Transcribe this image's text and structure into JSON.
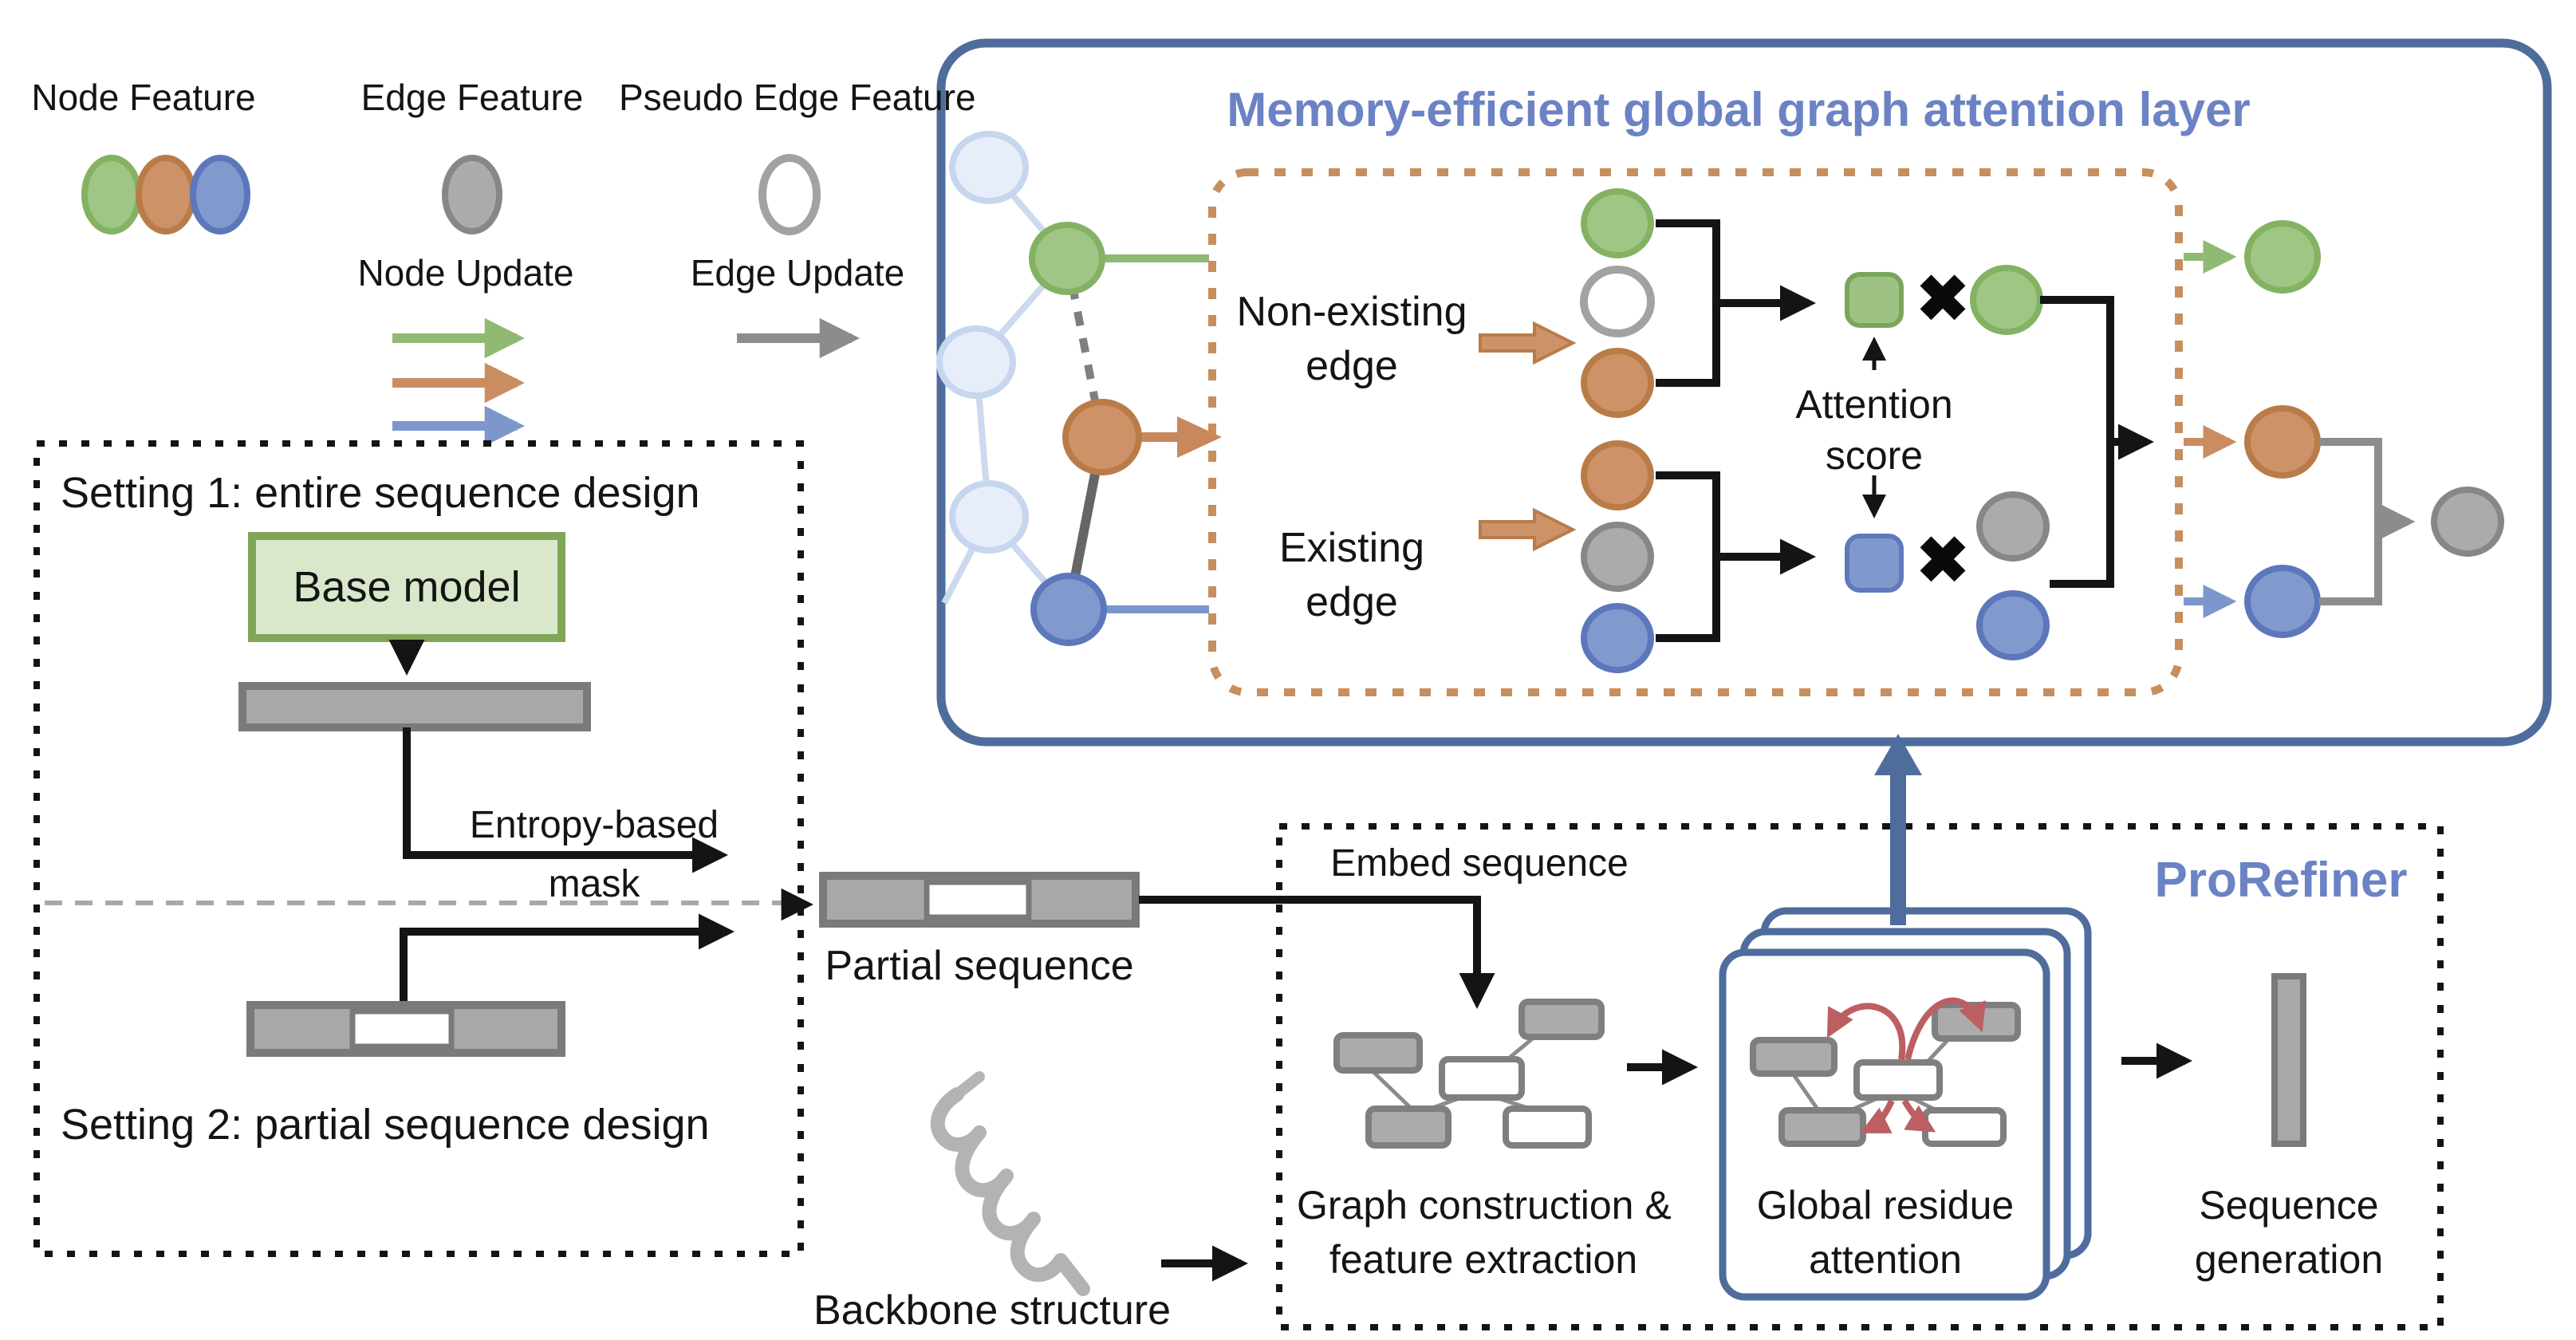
{
  "colors": {
    "green_fill": "#a0c685",
    "green_stroke": "#84b263",
    "orange_fill": "#cd9268",
    "orange_stroke": "#b97c49",
    "blue_fill": "#8199cc",
    "blue_stroke": "#5c77bb",
    "gray_fill": "#a8a8a8",
    "gray_stroke": "#7a7a7a",
    "box_blue": "#4e6d9d",
    "title_blue": "#6b83c4",
    "dash_orange": "#c78e5e",
    "red_arrow": "#bb5f63",
    "base_model_fill": "#d9e7ca",
    "base_model_stroke": "#7fa657"
  },
  "legend": {
    "node_feature_label": "Node Feature",
    "edge_feature_label": "Edge Feature",
    "pseudo_edge_feature_label": "Pseudo Edge Feature",
    "node_update_label": "Node Update",
    "edge_update_label": "Edge Update"
  },
  "setting_box": {
    "setting1_title": "Setting 1: entire sequence design",
    "base_model_label": "Base model",
    "entropy_mask_line1": "Entropy-based",
    "entropy_mask_line2": "mask",
    "setting2_title": "Setting 2: partial sequence design"
  },
  "middle": {
    "partial_sequence_label": "Partial sequence",
    "backbone_structure_label": "Backbone structure"
  },
  "attention_layer": {
    "title": "Memory-efficient global graph attention layer",
    "non_existing_line1": "Non-existing",
    "non_existing_line2": "edge",
    "existing_line1": "Existing",
    "existing_line2": "edge",
    "attention_score_line1": "Attention",
    "attention_score_line2": "score",
    "multiply_symbol": "✖"
  },
  "prorefiner": {
    "title": "ProRefiner",
    "embed_sequence_label": "Embed sequence",
    "graph_construction_line1": "Graph construction &",
    "graph_construction_line2": "feature extraction",
    "global_attention_line1": "Global residue",
    "global_attention_line2": "attention",
    "sequence_generation_line1": "Sequence",
    "sequence_generation_line2": "generation"
  }
}
